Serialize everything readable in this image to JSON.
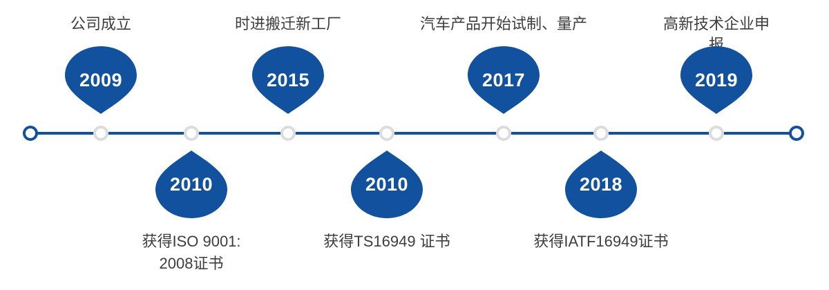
{
  "page": {
    "background": "#FFFFFF"
  },
  "timeline": {
    "line_color": "#11519E",
    "balloon_color": "#11519E",
    "node_ring_color": "#DCDCDC",
    "endpoint_ring_color": "#11519E",
    "year_text_color": "#FFFFFF",
    "label_text_color": "#3D3D3D",
    "events": [
      {
        "year": "2009",
        "label": "公司成立",
        "side": "top"
      },
      {
        "year": "2010",
        "label": "获得ISO 9001:\n2008证书",
        "side": "bottom"
      },
      {
        "year": "2015",
        "label": "时进搬迁新工厂",
        "side": "top"
      },
      {
        "year": "2010",
        "label": "获得TS16949 证书",
        "side": "bottom"
      },
      {
        "year": "2017",
        "label": "汽车产品开始试制、量产",
        "side": "top"
      },
      {
        "year": "2018",
        "label": "获得IATF16949证书",
        "side": "bottom"
      },
      {
        "year": "2019",
        "label": "高新技术企业申报",
        "side": "top"
      }
    ]
  }
}
